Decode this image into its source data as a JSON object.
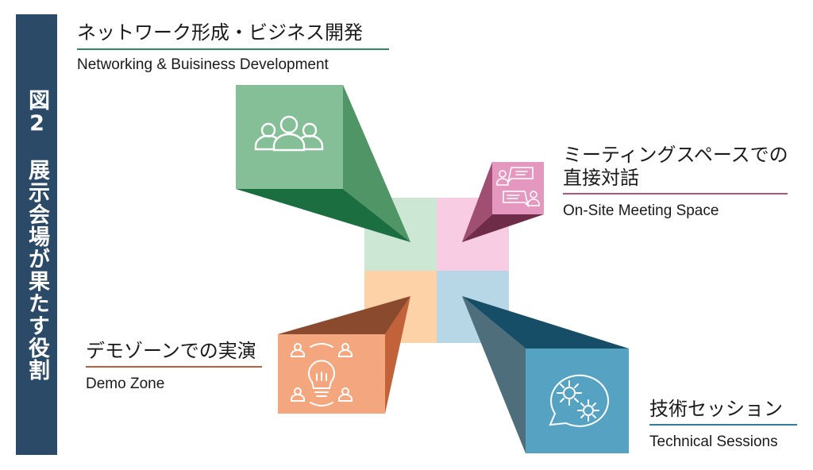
{
  "figure": {
    "title": "図2　展示会場が果たす役割"
  },
  "quadrants": {
    "networking": {
      "ja": "ネットワーク形成・ビジネス開発",
      "en": "Networking & Buisiness Development",
      "icon": "people-group-icon",
      "color": "#2e8b57"
    },
    "meeting": {
      "ja_line1": "ミーティングスペースでの",
      "ja_line2": "直接対話",
      "en": "On-Site Meeting Space",
      "icon": "conversation-icon",
      "color": "#b0557a"
    },
    "demo": {
      "ja": "デモゾーンでの実演",
      "en": "Demo Zone",
      "icon": "lightbulb-people-icon",
      "color": "#b8603d"
    },
    "technical": {
      "ja": "技術セッション",
      "en": "Technical Sessions",
      "icon": "speech-gears-icon",
      "color": "#2f7ea0"
    }
  }
}
